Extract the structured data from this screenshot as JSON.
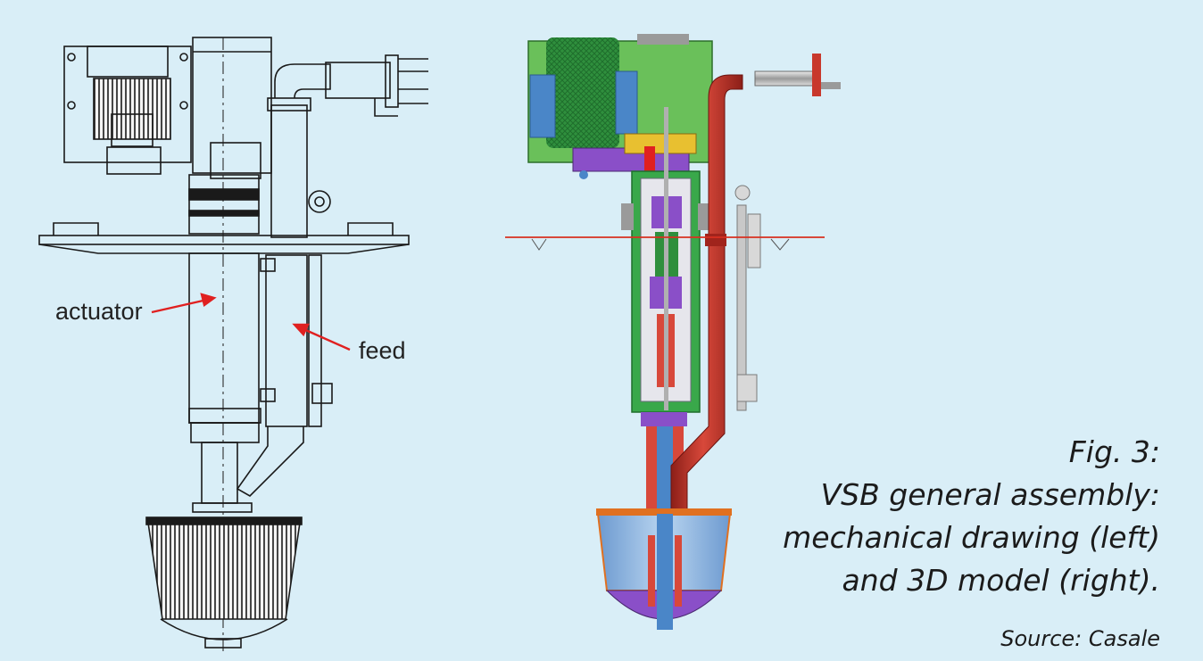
{
  "labels": {
    "actuator": "actuator",
    "feed": "feed"
  },
  "caption": {
    "fig": "Fig. 3:",
    "line1": "VSB general assembly:",
    "line2": "mechanical drawing (left)",
    "line3": "and 3D model (right)."
  },
  "source": "Source: Casale",
  "colors": {
    "background": "#d9eef7",
    "drawing_line": "#1a1a1a",
    "arrow": "#e02020",
    "feed_pipe": "#c8382c",
    "housing_green": "#39a84a",
    "panel_green": "#6ac05a",
    "bucket_blue": "#8fb8e0",
    "bottom_purple": "#8a4fc8"
  }
}
